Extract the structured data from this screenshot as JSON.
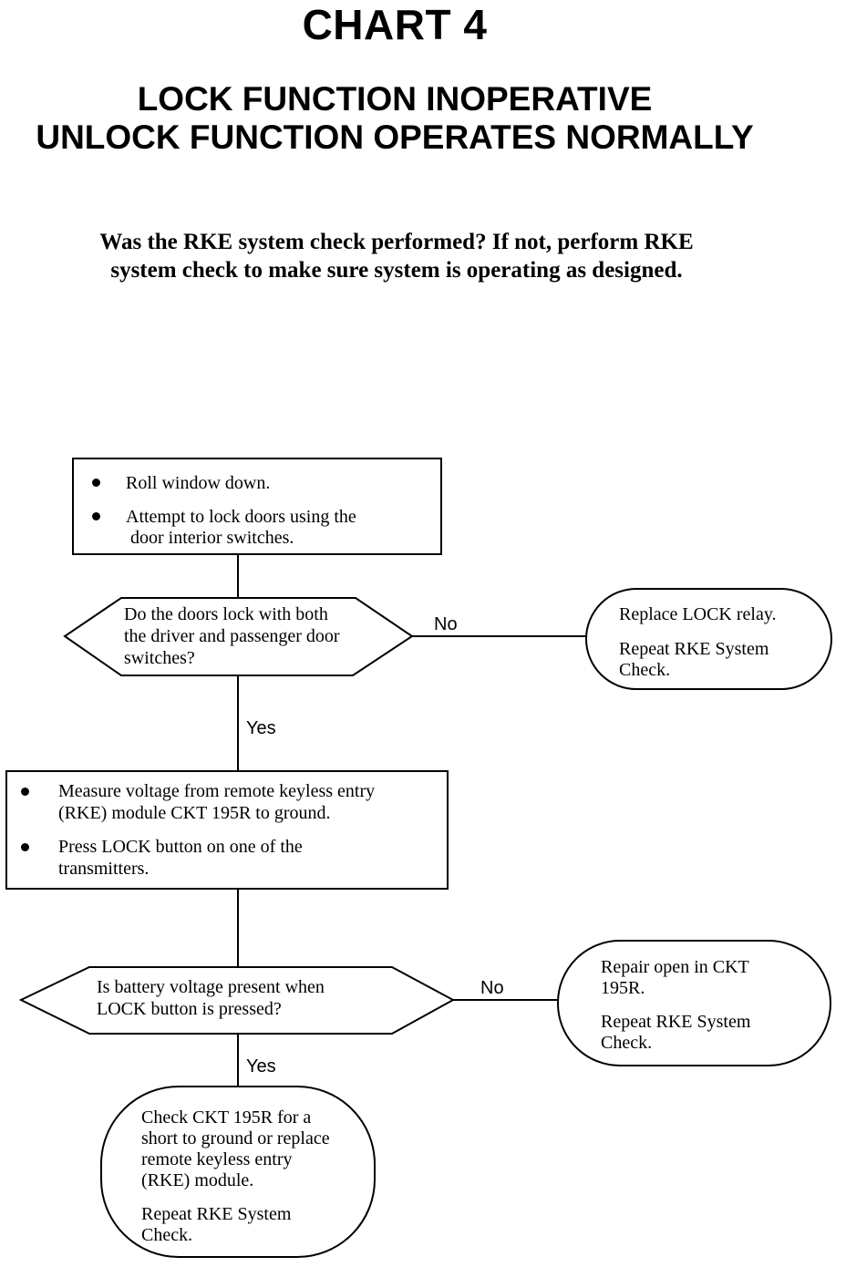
{
  "title": "CHART 4",
  "subtitle_line1": "LOCK FUNCTION INOPERATIVE",
  "subtitle_line2": "UNLOCK FUNCTION OPERATES NORMALLY",
  "intro_line1": "Was the RKE system check performed? If not, perform RKE",
  "intro_line2": "system check to make sure system is operating as designed.",
  "step1": {
    "bullet1": "Roll window down.",
    "bullet2_line1": "Attempt to lock doors using the",
    "bullet2_line2": "door interior switches."
  },
  "decision1": {
    "line1": "Do the doors lock with both",
    "line2": "the driver and passenger door",
    "line3": "switches?",
    "no_label": "No",
    "yes_label": "Yes"
  },
  "result1": {
    "line1": "Replace LOCK relay.",
    "line2": "Repeat RKE System",
    "line3": "Check."
  },
  "step2": {
    "bullet1_line1": "Measure voltage from remote keyless entry",
    "bullet1_line2": "(RKE) module CKT 195R to ground.",
    "bullet2_line1": "Press LOCK button on one of the",
    "bullet2_line2": "transmitters."
  },
  "decision2": {
    "line1": "Is battery voltage present when",
    "line2": "LOCK button is pressed?",
    "no_label": "No",
    "yes_label": "Yes"
  },
  "result2": {
    "line1": "Repair open in CKT",
    "line2": "195R.",
    "line3": "Repeat RKE System",
    "line4": "Check."
  },
  "result3": {
    "line1": "Check CKT 195R for a",
    "line2": "short to ground or replace",
    "line3": "remote keyless entry",
    "line4": "(RKE) module.",
    "line5": "Repeat RKE System",
    "line6": "Check."
  }
}
